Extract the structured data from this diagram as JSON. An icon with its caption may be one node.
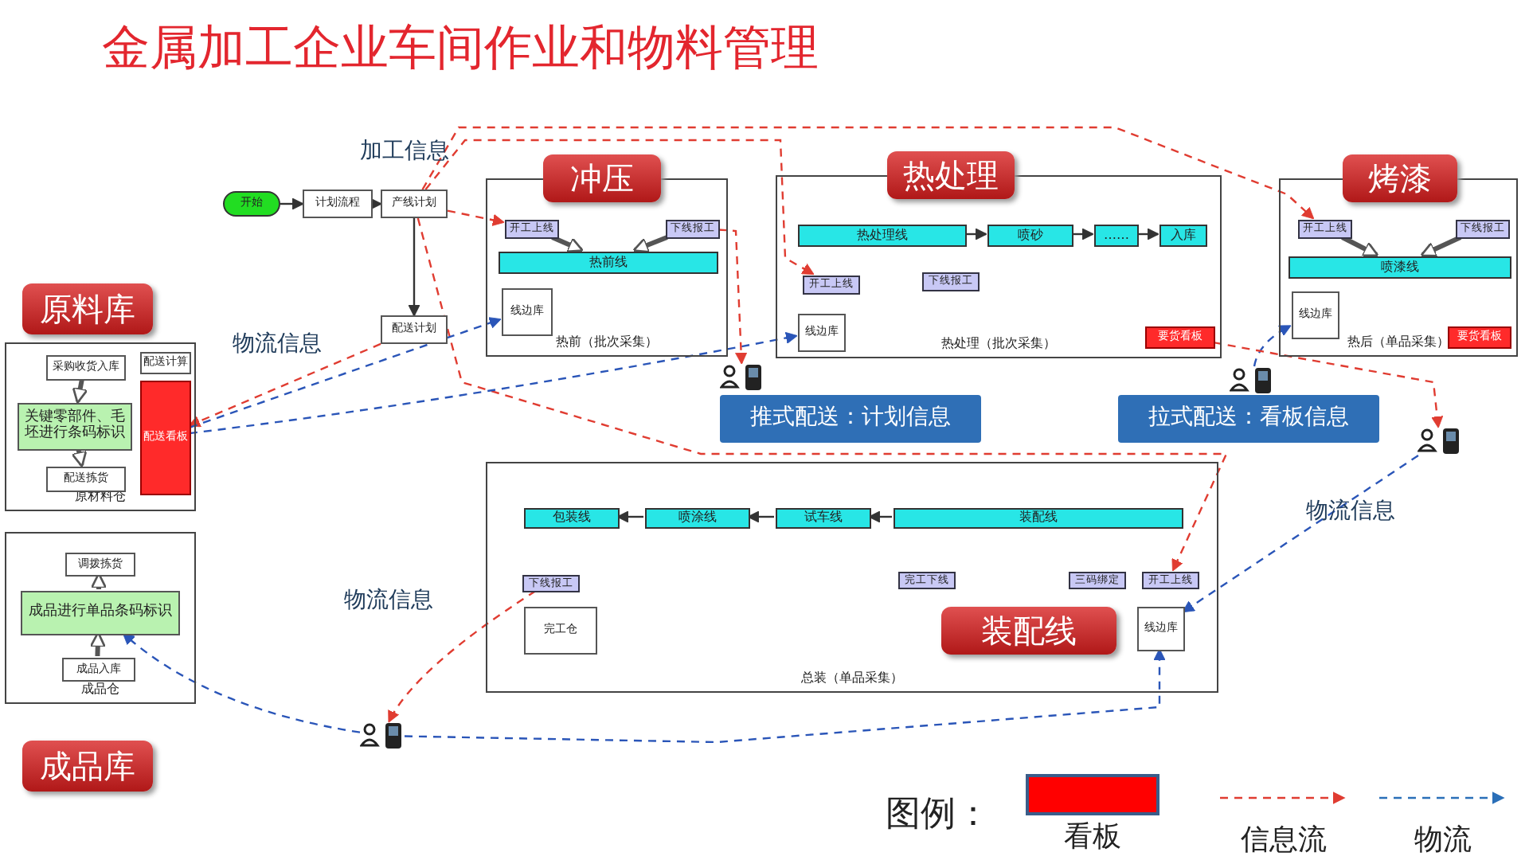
{
  "diagram": {
    "title": "金属加工企业车间作业和物料管理",
    "nodes": [
      {
        "text": [
          "开始"
        ]
      },
      {
        "text": [
          "计划流程"
        ]
      },
      {
        "text": [
          "产线计划"
        ]
      },
      {
        "text": [
          "配送计划"
        ]
      },
      {
        "text": [
          "原料库"
        ]
      },
      {
        "text": [
          "原材料仓"
        ]
      },
      {
        "text": [
          "采购收货入库"
        ],
        "in": 5
      },
      {
        "text": [
          "关键零部件、毛坯进行条码标识"
        ],
        "in": 5
      },
      {
        "text": [
          "配送拣货"
        ],
        "in": 5
      },
      {
        "text": [
          "配送计算"
        ],
        "in": 5
      },
      {
        "text": [
          "配送看板"
        ],
        "in": 5
      },
      {
        "text": [
          "成品仓"
        ]
      },
      {
        "text": [
          "调拨拣货"
        ],
        "in": 11
      },
      {
        "text": [
          "成品进行单品条码标识"
        ],
        "in": 11
      },
      {
        "text": [
          "成品入库"
        ],
        "in": 11
      },
      {
        "text": [
          "成品库"
        ]
      },
      {
        "text": [
          "热前（批次采集）"
        ]
      },
      {
        "text": [
          "开工上线"
        ],
        "in": 16
      },
      {
        "text": [
          "下线报工"
        ],
        "in": 16
      },
      {
        "text": [
          "热前线"
        ],
        "in": 16
      },
      {
        "text": [
          "线边库"
        ],
        "in": 16
      },
      {
        "text": [
          "热处理（批次采集）"
        ]
      },
      {
        "text": [
          "热处理线"
        ],
        "in": 21
      },
      {
        "text": [
          "喷砂"
        ],
        "in": 21
      },
      {
        "text": [
          "……"
        ],
        "in": 21
      },
      {
        "text": [
          "入库"
        ],
        "in": 21
      },
      {
        "text": [
          "开工上线"
        ],
        "in": 21
      },
      {
        "text": [
          "下线报工"
        ],
        "in": 21
      },
      {
        "text": [
          "线边库"
        ],
        "in": 21
      },
      {
        "text": [
          "要货看板"
        ],
        "in": 21
      },
      {
        "text": [
          "热后（单品采集）"
        ]
      },
      {
        "text": [
          "开工上线"
        ],
        "in": 30
      },
      {
        "text": [
          "下线报工"
        ],
        "in": 30
      },
      {
        "text": [
          "喷漆线"
        ],
        "in": 30
      },
      {
        "text": [
          "线边库"
        ],
        "in": 30
      },
      {
        "text": [
          "要货看板"
        ],
        "in": 30
      },
      {
        "text": [
          "总装（单品采集）"
        ]
      },
      {
        "text": [
          "包装线"
        ],
        "in": 36
      },
      {
        "text": [
          "喷涂线"
        ],
        "in": 36
      },
      {
        "text": [
          "试车线"
        ],
        "in": 36
      },
      {
        "text": [
          "装配线"
        ],
        "in": 36
      },
      {
        "text": [
          "下线报工"
        ],
        "in": 36
      },
      {
        "text": [
          "完工下线"
        ],
        "in": 36
      },
      {
        "text": [
          "三码绑定"
        ],
        "in": 36
      },
      {
        "text": [
          "开工上线"
        ],
        "in": 36
      },
      {
        "text": [
          "线边库"
        ],
        "in": 36
      },
      {
        "text": [
          "完工仓"
        ],
        "in": 36
      },
      {
        "text": [
          "推式配送：计划信息"
        ]
      },
      {
        "text": [
          "拉式配送：看板信息"
        ]
      },
      {
        "text": [],
        "shape": "person"
      },
      {
        "text": [],
        "shape": "person"
      },
      {
        "text": [],
        "shape": "person"
      },
      {
        "text": [],
        "shape": "person"
      },
      {
        "text": [
          "冲压"
        ]
      },
      {
        "text": [
          "热处理"
        ]
      },
      {
        "text": [
          "烤漆"
        ]
      },
      {
        "text": [
          "装配线"
        ],
        "in": 36
      }
    ],
    "edges": [
      {
        "from": 0,
        "to": 1,
        "arrow": "to",
        "color": "#333333"
      },
      {
        "from": 1,
        "to": 2,
        "arrow": "to",
        "color": "#333333"
      },
      {
        "from": 2,
        "to": 3,
        "arrow": "to",
        "color": "#333333"
      },
      {
        "from": 2,
        "to": 17,
        "arrow": "to",
        "style": "dashed",
        "color": "#e03c31"
      },
      {
        "from": 2,
        "to": 26,
        "arrow": "to",
        "style": "dashed",
        "color": "#e03c31"
      },
      {
        "from": 2,
        "to": 31,
        "arrow": "to",
        "style": "dashed",
        "color": "#e03c31"
      },
      {
        "from": 2,
        "to": 44,
        "arrow": "to",
        "style": "dashed",
        "color": "#e03c31"
      },
      {
        "from": 3,
        "to": 10,
        "arrow": "to",
        "style": "dashed",
        "color": "#e03c31"
      },
      {
        "from": 10,
        "to": 20,
        "arrow": "to",
        "style": "dashed",
        "color": "#2a55b8"
      },
      {
        "from": 10,
        "to": 28,
        "arrow": "to",
        "style": "dashed",
        "color": "#2a55b8"
      },
      {
        "from": 50,
        "to": 34,
        "arrow": "to",
        "style": "dashed",
        "color": "#2a55b8"
      },
      {
        "from": 51,
        "to": 45,
        "arrow": "to",
        "style": "dashed",
        "color": "#2a55b8"
      },
      {
        "from": 52,
        "to": 45,
        "arrow": "to",
        "style": "dashed",
        "color": "#2a55b8"
      },
      {
        "from": 52,
        "to": 13,
        "arrow": "to",
        "style": "dashed",
        "color": "#2a55b8"
      },
      {
        "from": 18,
        "to": 49,
        "arrow": "to",
        "style": "dashed",
        "color": "#e03c31"
      },
      {
        "from": 29,
        "to": 51,
        "arrow": "to",
        "style": "dashed",
        "color": "#e03c31"
      },
      {
        "from": 41,
        "to": 52,
        "arrow": "to",
        "style": "dashed",
        "color": "#e03c31"
      },
      {
        "from": 22,
        "to": 23,
        "arrow": "to",
        "color": "#333333"
      },
      {
        "from": 23,
        "to": 24,
        "arrow": "to",
        "color": "#333333"
      },
      {
        "from": 24,
        "to": 25,
        "arrow": "to",
        "color": "#333333"
      },
      {
        "from": 40,
        "to": 39,
        "arrow": "to",
        "color": "#333333"
      },
      {
        "from": 39,
        "to": 38,
        "arrow": "to",
        "color": "#333333"
      },
      {
        "from": 38,
        "to": 37,
        "arrow": "to",
        "color": "#333333"
      },
      {
        "from": 6,
        "to": 7,
        "arrow": "to",
        "style": "thick",
        "color": "#555555"
      },
      {
        "from": 7,
        "to": 8,
        "arrow": "to",
        "style": "thick",
        "color": "#555555"
      },
      {
        "from": 14,
        "to": 13,
        "arrow": "to",
        "style": "thick",
        "color": "#555555"
      },
      {
        "from": 13,
        "to": 12,
        "arrow": "to",
        "style": "thick",
        "color": "#555555"
      },
      {
        "from": 17,
        "to": 19,
        "arrow": "to",
        "style": "thick",
        "color": "#555555"
      },
      {
        "from": 18,
        "to": 19,
        "arrow": "to",
        "style": "thick",
        "color": "#555555"
      },
      {
        "from": 31,
        "to": 33,
        "arrow": "to",
        "style": "thick",
        "color": "#555555"
      },
      {
        "from": 32,
        "to": 33,
        "arrow": "to",
        "style": "thick",
        "color": "#555555"
      }
    ],
    "labels": [
      "加工信息",
      "物流信息",
      "物流信息",
      "物流信息",
      "图例："
    ],
    "legend": [
      {
        "text": "看板",
        "color": "#ff0000"
      },
      {
        "text": "信息流"
      },
      {
        "text": "物流"
      }
    ]
  }
}
